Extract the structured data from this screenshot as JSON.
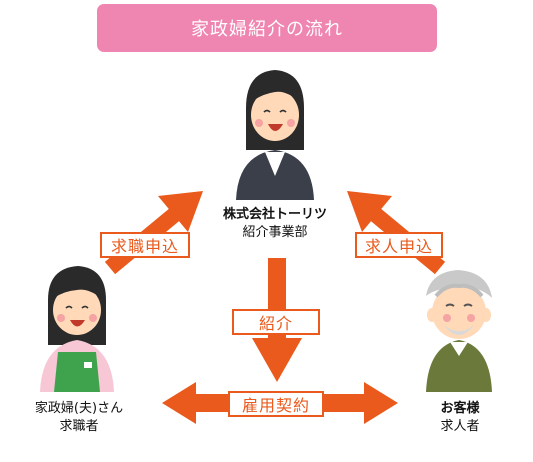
{
  "title": "家政婦紹介の流れ",
  "nodes": {
    "agency": {
      "line1": "株式会社トーリツ",
      "line2": "紹介事業部"
    },
    "worker": {
      "line1": "家政婦(夫)さん",
      "line2": "求職者"
    },
    "client": {
      "line1": "お客様",
      "line2": "求人者"
    }
  },
  "arrows": {
    "worker_to_agency": "求職申込",
    "client_to_agency": "求人申込",
    "agency_down": "紹介",
    "employment": "雇用契約"
  },
  "colors": {
    "title_bg": "#ef86b1",
    "arrow": "#ea5a1c"
  }
}
